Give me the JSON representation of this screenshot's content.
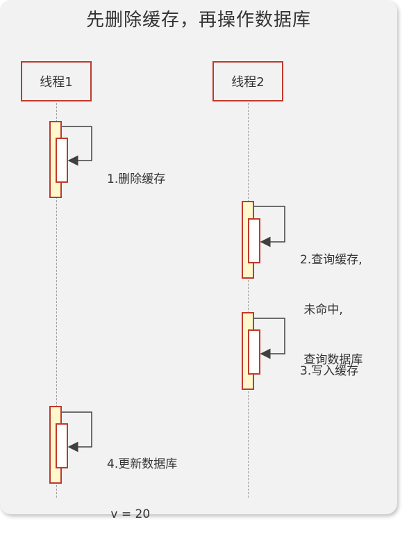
{
  "title": "先删除缓存，再操作数据库",
  "threads": [
    {
      "label": "线程1"
    },
    {
      "label": "线程2"
    }
  ],
  "steps": [
    {
      "lines": [
        "1.删除缓存"
      ]
    },
    {
      "lines": [
        "2.查询缓存,",
        " 未命中,",
        " 查询数据库"
      ]
    },
    {
      "lines": [
        "3.写入缓存"
      ]
    },
    {
      "lines": [
        "4.更新数据库",
        " v = 20"
      ]
    }
  ],
  "colors": {
    "border": "#c0392b",
    "activation_fill": "#fff8cc",
    "panel": "#f2f2f2",
    "arrow": "#404040"
  }
}
